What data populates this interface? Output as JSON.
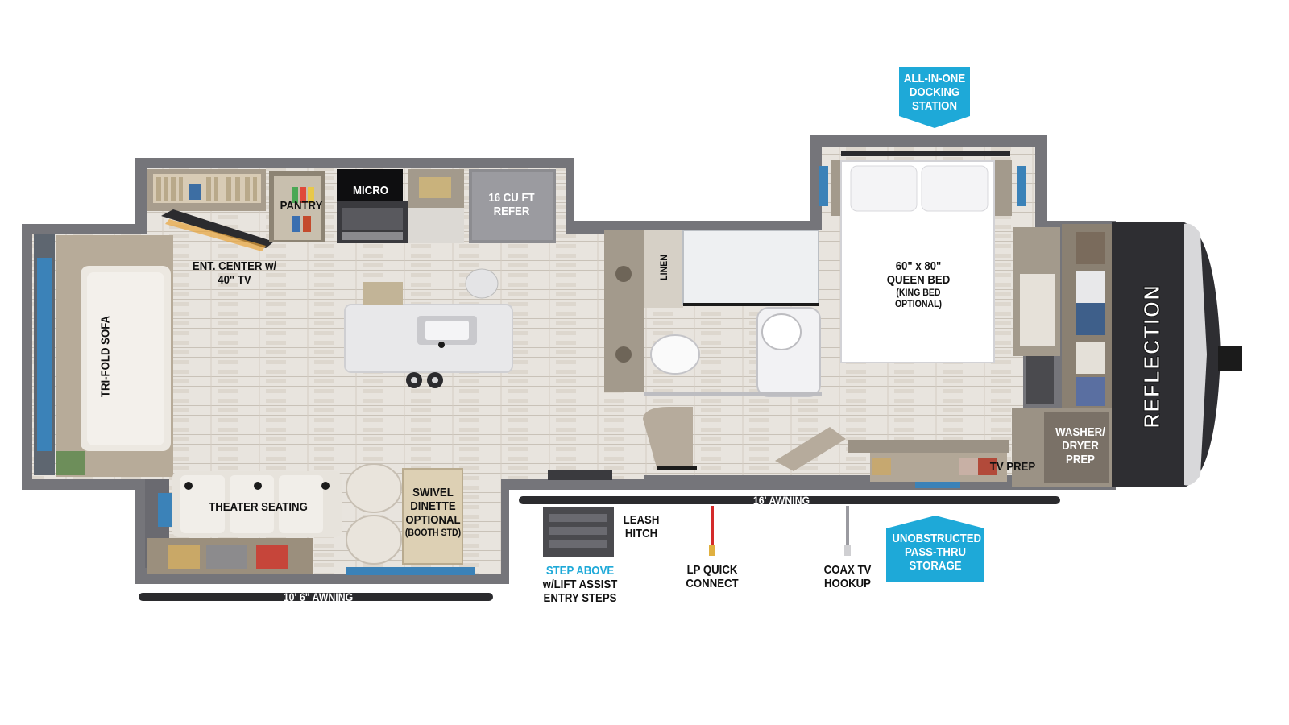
{
  "labels": {
    "sofa": "TRI-FOLD SOFA",
    "ent_center_l1": "ENT. CENTER w/",
    "ent_center_l2": "40\" TV",
    "pantry": "PANTRY",
    "micro": "MICRO",
    "refer_l1": "16 CU FT",
    "refer_l2": "REFER",
    "linen": "LINEN",
    "bed_l1": "60\" x 80\"",
    "bed_l2": "QUEEN BED",
    "bed_l3": "(KING BED",
    "bed_l4": "OPTIONAL)",
    "theater": "THEATER SEATING",
    "dinette_l1": "SWIVEL",
    "dinette_l2": "DINETTE",
    "dinette_l3": "OPTIONAL",
    "dinette_l4": "(BOOTH STD)",
    "awning_small": "10' 6\" AWNING",
    "awning_large": "16' AWNING",
    "leash_l1": "LEASH",
    "leash_l2": "HITCH",
    "step_l1": "STEP ABOVE",
    "step_l2": "w/LIFT ASSIST",
    "step_l3": "ENTRY STEPS",
    "lp_l1": "LP QUICK",
    "lp_l2": "CONNECT",
    "coax_l1": "COAX TV",
    "coax_l2": "HOOKUP",
    "tv_prep": "TV PREP",
    "washer_l1": "WASHER/",
    "washer_l2": "DRYER",
    "washer_l3": "PREP"
  },
  "callouts": {
    "docking_l1": "ALL-IN-ONE",
    "docking_l2": "DOCKING",
    "docking_l3": "STATION",
    "storage_l1": "UNOBSTRUCTED",
    "storage_l2": "PASS-THRU",
    "storage_l3": "STORAGE"
  },
  "brand": "REFLECTION",
  "colors": {
    "accent_blue": "#1ea9d8",
    "wall": "#6f6f73",
    "floor": "#e6e2dc",
    "cabinet": "#a39a8c"
  }
}
